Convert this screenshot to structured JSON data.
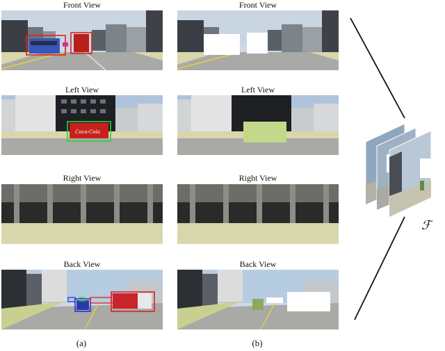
{
  "figure": {
    "views": [
      {
        "key": "front",
        "title": "Front View"
      },
      {
        "key": "left",
        "title": "Left View"
      },
      {
        "key": "right",
        "title": "Right View"
      },
      {
        "key": "back",
        "title": "Back View"
      }
    ],
    "column_labels": [
      "(a)",
      "(b)"
    ],
    "feature_symbol": "ℱ"
  },
  "annotations": {
    "left_truck_logo": "Coca-Cola"
  },
  "colors": {
    "box_red": "#e0201c",
    "box_green": "#2ed12e",
    "box_blue": "#2830d8",
    "mask_white": "#ffffff",
    "mask_green": "#c3d88a",
    "sidewalk": "#d8d6ad",
    "road": "#a9a9a6"
  }
}
